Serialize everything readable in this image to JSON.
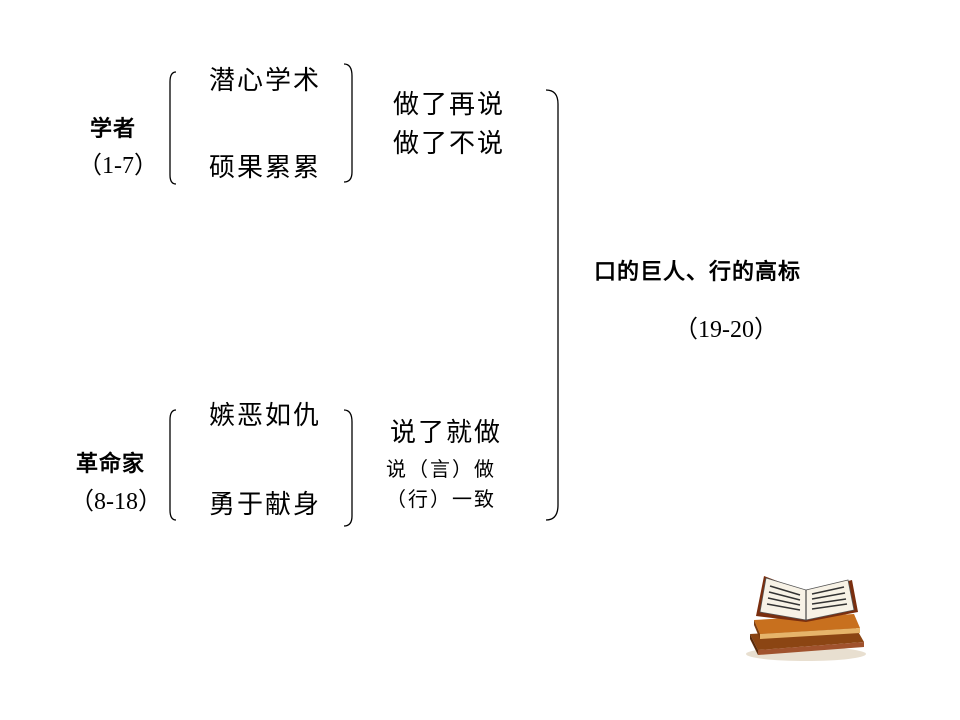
{
  "scholar": {
    "label": "学者",
    "range": "（1-7）",
    "traits": [
      "潜心学术",
      "硕果累累"
    ],
    "actions": [
      "做了再说",
      "做了不说"
    ]
  },
  "revolutionary": {
    "label": "革命家",
    "range": "（8-18）",
    "traits": [
      "嫉恶如仇",
      "勇于献身"
    ],
    "actions": [
      "说了就做",
      "说（言）做",
      "（行）一致"
    ]
  },
  "conclusion": {
    "title": "口的巨人、行的高标",
    "range": "（19-20）"
  }
}
